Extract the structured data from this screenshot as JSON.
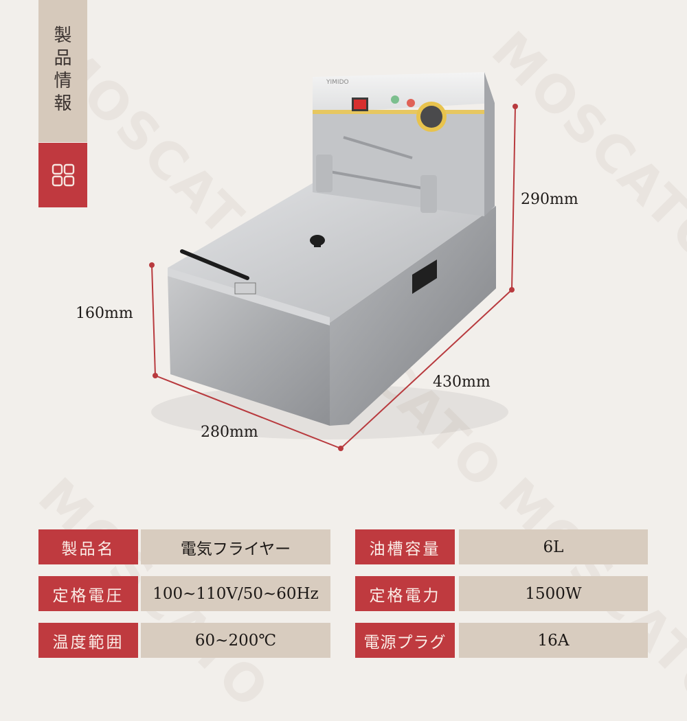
{
  "sidebar": {
    "title_chars": [
      "製",
      "品",
      "情",
      "報"
    ],
    "icon": "grid-2x2-icon",
    "colors": {
      "title_bg": "#d6c9bb",
      "icon_bg": "#c0393f"
    }
  },
  "watermark": "MOSCATO",
  "product": {
    "name": "electric-fryer-image",
    "brand_mark": "YIMIDO"
  },
  "dimensions": {
    "height_total": "290mm",
    "height_tank": "160mm",
    "width": "280mm",
    "depth": "430mm",
    "line_color": "#b83a3e"
  },
  "specs": {
    "left": [
      {
        "label": "製品名",
        "value": "電気フライヤー"
      },
      {
        "label": "定格電圧",
        "value": "100~110V/50~60Hz"
      },
      {
        "label": "温度範囲",
        "value": "60~200℃"
      }
    ],
    "right": [
      {
        "label": "油槽容量",
        "value": "6L"
      },
      {
        "label": "定格電力",
        "value": "1500W"
      },
      {
        "label": "電源プラグ",
        "value": "16A"
      }
    ],
    "colors": {
      "label_bg": "#bf3a3f",
      "value_bg": "#d8ccbf"
    }
  }
}
